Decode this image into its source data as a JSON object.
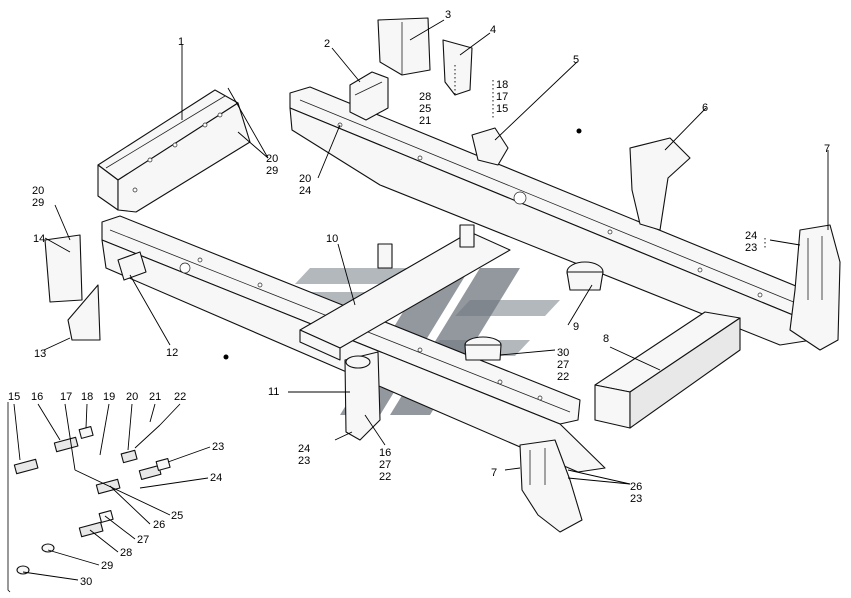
{
  "labels": {
    "l1": "1",
    "l2": "2",
    "l3": "3",
    "l4": "4",
    "l5": "5",
    "l6": "6",
    "l7a": "7",
    "l7b": "7",
    "l8": "8",
    "l9": "9",
    "l10": "10",
    "l11": "11",
    "l12": "12",
    "l13": "13",
    "l14": "14",
    "l20_29_a": [
      "20",
      "29"
    ],
    "l20_29_b": [
      "20",
      "29"
    ],
    "l20_24": [
      "20",
      "24"
    ],
    "l28_25_21": [
      "28",
      "25",
      "21"
    ],
    "l18_17_15": [
      "18",
      "17",
      "15"
    ],
    "l24_23_a": [
      "24",
      "23"
    ],
    "l24_23_b": [
      "24",
      "23"
    ],
    "l30_27_22": [
      "30",
      "27",
      "22"
    ],
    "l16_27_22": [
      "16",
      "27",
      "22"
    ],
    "l26_23": [
      "26",
      "23"
    ],
    "detail": [
      "15",
      "16",
      "17",
      "18",
      "19",
      "20",
      "21",
      "22",
      "23",
      "24",
      "25",
      "26",
      "27",
      "28",
      "29",
      "30"
    ]
  },
  "colors": {
    "watermark_light": "#9aa0a6",
    "watermark_dark": "#6f767d",
    "line": "#111111"
  }
}
